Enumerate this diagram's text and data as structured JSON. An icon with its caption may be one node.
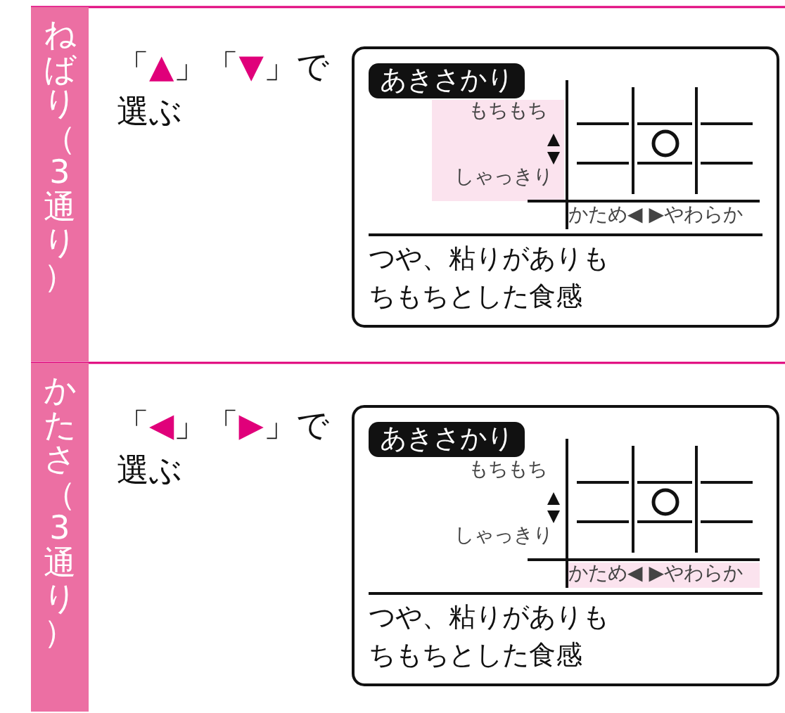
{
  "diagram": {
    "nodes": [
      {
        "text": [
          "ねばり（3通り）"
        ]
      },
      {
        "text": [
          "あきさかり",
          "つや、粘りがありもちもちとした食感"
        ]
      },
      {
        "text": [
          "かたさ（3通り）"
        ]
      },
      {
        "text": [
          "あきさかり",
          "つや、粘りがありもちもちとした食感"
        ]
      }
    ],
    "labels": [
      "「▲」「▼」で選ぶ",
      "もちもち",
      "しゃっきり",
      "かため◀ ▶やわらか",
      "「◀」「▶」で選ぶ",
      "もちもち",
      "しゃっきり",
      "かため◀ ▶やわらか"
    ]
  }
}
